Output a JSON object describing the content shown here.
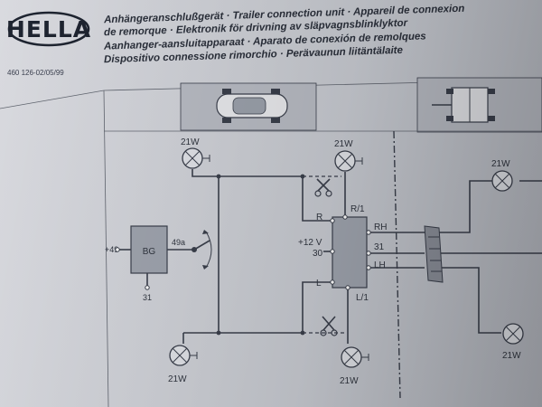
{
  "header": {
    "brand": "HELLA",
    "line1": "Anhängeranschlußgerät · Trailer connection unit · Appareil de connexion",
    "line2": "de remorque · Elektronik för drivning av släpvagnsblinklyktor",
    "line3": "Aanhanger-aansluitapparaat · Aparato de conexión de remolques",
    "line4": "Dispositivo connessione rimorchio · Perävaunun liitäntälaite",
    "doc_number": "460 126-02/05/99"
  },
  "diagram": {
    "lamp_top_left": "21W",
    "lamp_top_center": "21W",
    "lamp_top_right": "21W",
    "lamp_bottom_left": "21W",
    "lamp_bottom_center": "21W",
    "lamp_bottom_right": "21W",
    "bg_label": "BG",
    "bg_input": "+49",
    "bg_output": "49a",
    "bg_ground": "31",
    "unit_r": "R",
    "unit_r1": "R/1",
    "unit_12v": "+12 V",
    "unit_30": "30",
    "unit_rh": "RH",
    "unit_31": "31",
    "unit_lh": "LH",
    "unit_l": "L",
    "unit_l1": "L/1"
  },
  "colors": {
    "paper": "#d4d6dc",
    "ink": "#3a3f4b",
    "box_fill": "#9ea3ad"
  }
}
